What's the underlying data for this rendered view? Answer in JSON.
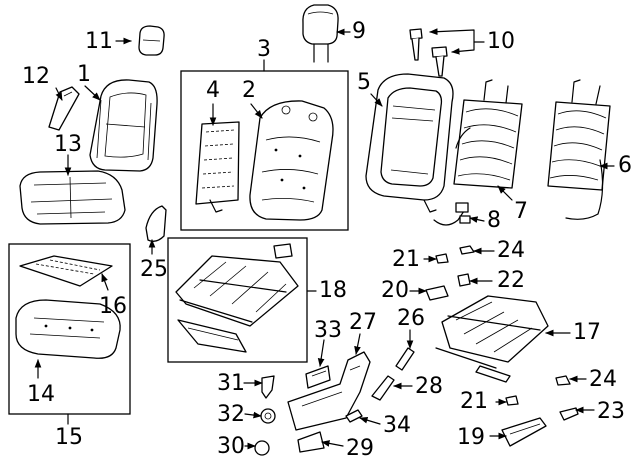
{
  "callouts": {
    "c1": "1",
    "c2": "2",
    "c3": "3",
    "c4": "4",
    "c5": "5",
    "c6": "6",
    "c7": "7",
    "c8": "8",
    "c9": "9",
    "c10": "10",
    "c11": "11",
    "c12": "12",
    "c13": "13",
    "c14": "14",
    "c15": "15",
    "c16": "16",
    "c17": "17",
    "c18": "18",
    "c19": "19",
    "c20": "20",
    "c21a": "21",
    "c21b": "21",
    "c22": "22",
    "c23": "23",
    "c24a": "24",
    "c24b": "24",
    "c25": "25",
    "c26": "26",
    "c27": "27",
    "c28": "28",
    "c29": "29",
    "c30": "30",
    "c31": "31",
    "c32": "32",
    "c33": "33",
    "c34": "34"
  }
}
